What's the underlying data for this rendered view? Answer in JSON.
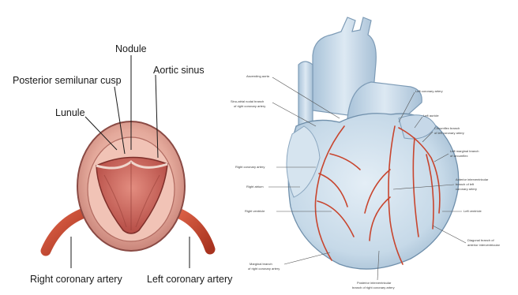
{
  "valve": {
    "labels": {
      "nodule": "Nodule",
      "posterior_cusp": "Posterior semilunar cusp",
      "aortic_sinus": "Aortic sinus",
      "lunule": "Lunule",
      "right_coronary": "Right coronary artery",
      "left_coronary": "Left coronary artery"
    }
  },
  "heart": {
    "labels": {
      "ascending_aorta": "Ascending aorta",
      "sinuatrial_branch": "Sinu-atrial nodal branch",
      "sinuatrial_branch_2": "of right coronary artery",
      "right_coronary": "Right coronary artery",
      "right_atrium": "Right atrium",
      "right_ventricle": "Right ventricle",
      "marginal_branch": "Marginal branch",
      "marginal_branch_2": "of right coronary artery",
      "left_coronary": "Left coronary artery",
      "left_auricle": "Left auricle",
      "circumflex": "Circumflex branch",
      "circumflex_2": "of left coronary artery",
      "left_marginal": "Left marginal branch",
      "left_marginal_2": "of circumflex",
      "anterior_interventricular": "Anterior interventricular",
      "anterior_interventricular_2": "branch of left",
      "anterior_interventricular_3": "coronary artery",
      "left_ventricle": "Left ventricle",
      "diagonal": "Diagonal branch of",
      "diagonal_2": "anterior interventricular",
      "posterior_interventricular": "Posterior interventricular",
      "posterior_interventricular_2": "branch of right coronary artery"
    }
  },
  "colors": {
    "artery": "#c8452e",
    "heart_fill": "#cbdcea",
    "heart_shade": "#a9c2d8",
    "valve_pink": "#e7a79a",
    "valve_inner": "#c85a4f"
  }
}
